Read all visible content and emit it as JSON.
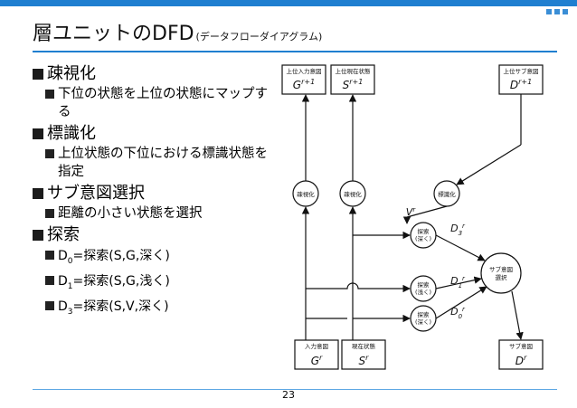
{
  "header": {
    "title_main": "層ユニットのDFD",
    "title_sub": "(データフローダイアグラム)"
  },
  "bullets": {
    "coarsen": {
      "label": "疎視化",
      "detail": "下位の状態を上位の状態にマップする"
    },
    "label_sec": {
      "label": "標識化",
      "detail": "上位状態の下位における標識状態を指定"
    },
    "subgoal": {
      "label": "サブ意図選択",
      "detail": "距離の小さい状態を選択"
    },
    "search": {
      "label": "探索",
      "items": [
        {
          "d": "D",
          "sub": "0",
          "text": "=探索(S,G,深く)"
        },
        {
          "d": "D",
          "sub": "1",
          "text": "=探索(S,G,浅く)"
        },
        {
          "d": "D",
          "sub": "3",
          "text": "=探索(S,V,深く)"
        }
      ]
    }
  },
  "diagram": {
    "boxes": {
      "upper_input_goal": {
        "label": "上位入力意図",
        "var": "G",
        "sup": "r+1"
      },
      "upper_current_state": {
        "label": "上位現在状態",
        "var": "S",
        "sup": "r+1"
      },
      "upper_subgoal": {
        "label": "上位サブ意図",
        "var": "D",
        "sup": "r+1"
      },
      "input_goal": {
        "label": "入力意図",
        "var": "G",
        "sup": "r"
      },
      "current_state": {
        "label": "現在状態",
        "var": "S",
        "sup": "r"
      },
      "subgoal": {
        "label": "サブ意図",
        "var": "D",
        "sup": "r"
      }
    },
    "circles": {
      "coarsen1": "疎視化",
      "coarsen2": "疎視化",
      "labeling": "標識化",
      "search_deep1": [
        "探索",
        "(深く)"
      ],
      "search_shallow": [
        "探索",
        "(浅く)"
      ],
      "search_deep2": [
        "探索",
        "(深く)"
      ],
      "subgoal_select": [
        "サブ意図",
        "選択"
      ]
    },
    "flows": {
      "v": "V",
      "v_sup": "r",
      "d3": "D",
      "d3_sub": "3",
      "d3_sup": "r",
      "d1": "D",
      "d1_sub": "1",
      "d1_sup": "r",
      "d0": "D",
      "d0_sub": "0",
      "d0_sup": "r"
    }
  },
  "footer": {
    "page_number": "23"
  },
  "colors": {
    "accent": "#1f7fd0"
  }
}
